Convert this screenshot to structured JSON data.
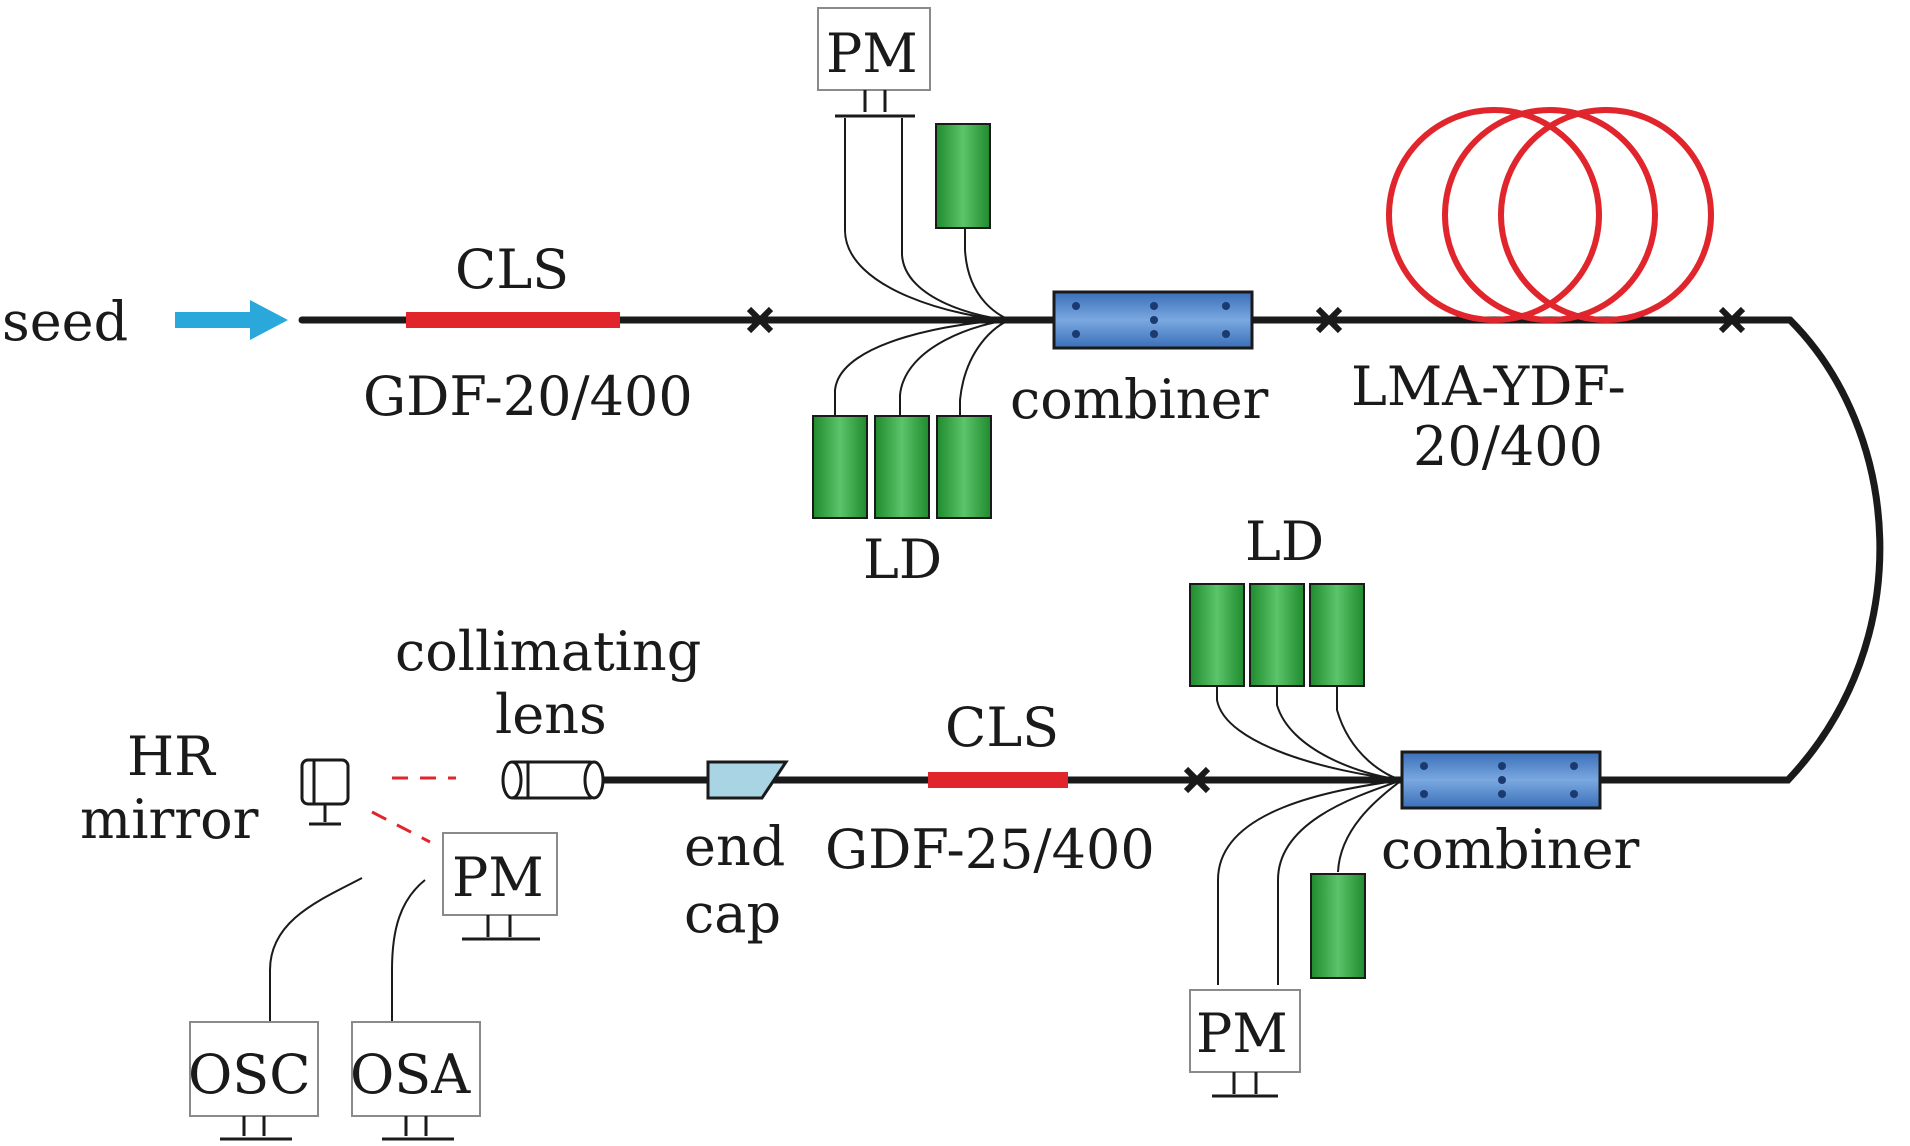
{
  "labels": {
    "seed": "seed",
    "cls_1": "CLS",
    "gdf_1": "GDF-20/400",
    "pm_top": "PM",
    "ld_top": "LD",
    "combiner_1": "combiner",
    "lma_line1": "LMA-YDF-",
    "lma_line2": "20/400",
    "ld_bottom": "LD",
    "combiner_2": "combiner",
    "cls_2": "CLS",
    "gdf_2": "GDF-25/400",
    "end_cap_line1": "end",
    "end_cap_line2": "cap",
    "collimating_line1": "collimating",
    "collimating_line2": "lens",
    "hr_line1": "HR",
    "hr_line2": "mirror",
    "pm_output": "PM",
    "pm_bottom": "PM",
    "osc": "OSC",
    "osa": "OSA"
  },
  "colors": {
    "fiber": "#1a1a1a",
    "cls": "#e0262c",
    "lma_coil": "#e0262c",
    "seed_arrow": "#2aa8dc",
    "ld": "#2f9a3c",
    "combiner": "#4a7fc8",
    "end_cap": "#a9d4e4",
    "beam": "#e0262c"
  },
  "icons": {
    "seed_arrow": "right-arrow-icon",
    "splice": "cross-mark-icon",
    "mirror": "mirror-icon"
  }
}
